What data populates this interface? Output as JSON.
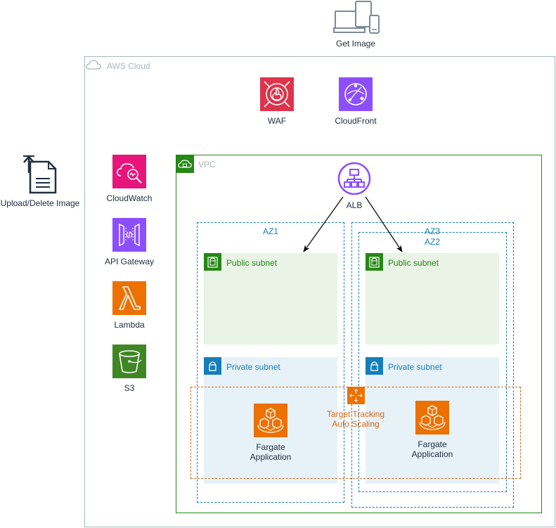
{
  "client": {
    "label": "Get Image"
  },
  "uploader": {
    "label": "Upload/Delete Image"
  },
  "cloud": {
    "label": "AWS Cloud"
  },
  "edge_services": [
    {
      "label": "WAF",
      "color": "#dd344c"
    },
    {
      "label": "CloudFront",
      "color": "#8c4fff"
    }
  ],
  "side_services": [
    {
      "label": "CloudWatch",
      "color": "#e7157b"
    },
    {
      "label": "API Gateway",
      "color": "#8c4fff"
    },
    {
      "label": "Lambda",
      "color": "#ed7100"
    },
    {
      "label": "S3",
      "color": "#3f8624"
    }
  ],
  "vpc": {
    "label": "VPC",
    "color": "#248814"
  },
  "alb": {
    "label": "ALB",
    "color": "#8c4fff"
  },
  "zones": {
    "az1": "AZ1",
    "az2": "AZ2",
    "az3": "AZ3"
  },
  "subnets": {
    "public_label": "Public subnet",
    "private_label": "Private subnet",
    "public_color": "#248814",
    "private_color": "#147eba"
  },
  "scaling": {
    "label_line1": "Target Tracking",
    "label_line2": "Auto Scaling",
    "color": "#d86613"
  },
  "fargate": {
    "label_line1": "Fargate",
    "label_line2": "Application",
    "color": "#ed7100"
  }
}
